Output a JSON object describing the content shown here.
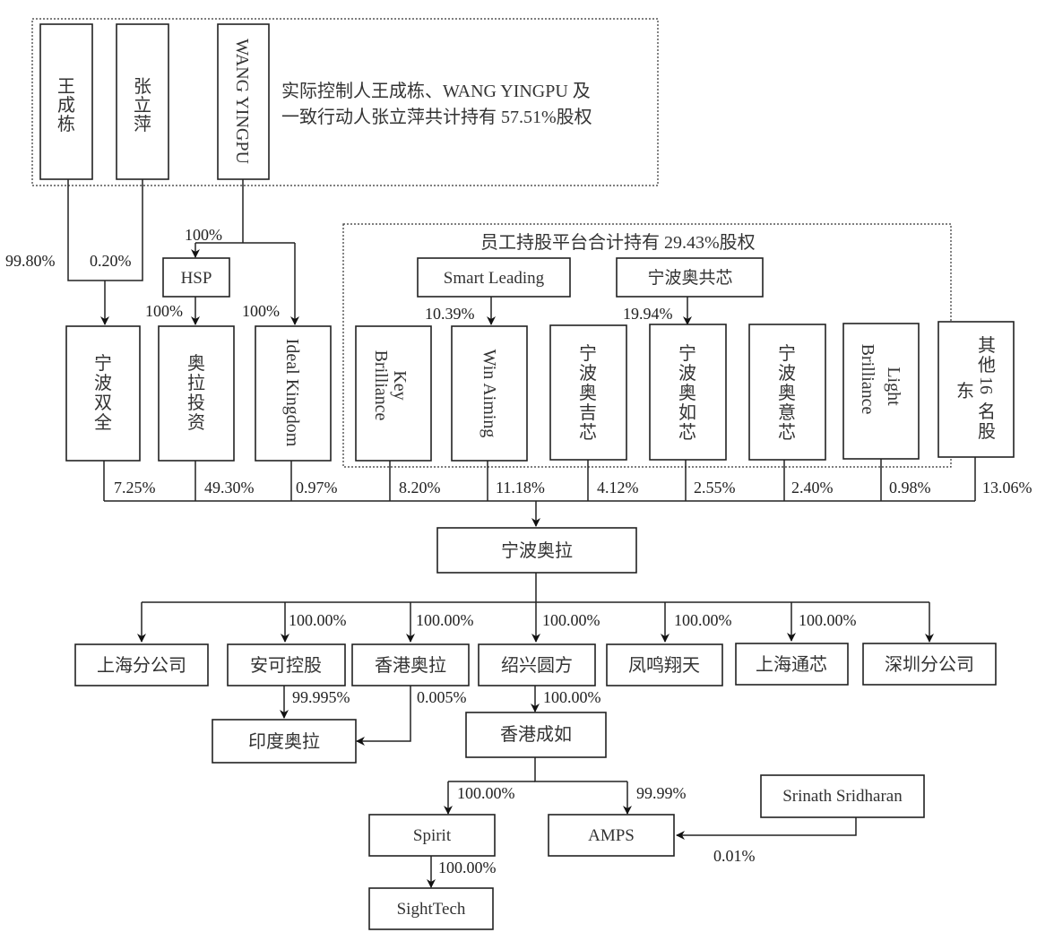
{
  "controllers_group": {
    "caption_line1": "实际控制人王成栋、WANG YINGPU 及",
    "caption_line2": "一致行动人张立萍共计持有 57.51%股权",
    "people": [
      {
        "name": "王成栋",
        "chars": [
          "王",
          "成",
          "栋"
        ]
      },
      {
        "name": "张立萍",
        "chars": [
          "张",
          "立",
          "萍"
        ]
      },
      {
        "name": "WANG YINGPU"
      }
    ]
  },
  "employee_group": {
    "caption": "员工持股平台合计持有 29.43%股权",
    "parents": [
      {
        "name": "Smart Leading",
        "pct_to_child": "10.39%"
      },
      {
        "name": "宁波奥共芯",
        "pct_to_child": "19.94%"
      }
    ]
  },
  "upper_links": {
    "wang_to_shuangquan": "99.80%",
    "zhang_to_shuangquan": "0.20%",
    "wangyingpu_to_hsp": "100%",
    "hsp_name": "HSP",
    "hsp_to_aola_invest": "100%",
    "wangyingpu_to_ideal": "100%"
  },
  "shareholders": [
    {
      "name": "宁波双全",
      "chars": [
        "宁",
        "波",
        "双",
        "全"
      ],
      "pct": "7.25%"
    },
    {
      "name": "奥拉投资",
      "chars": [
        "奥",
        "拉",
        "投",
        "资"
      ],
      "pct": "49.30%"
    },
    {
      "name": "Ideal Kingdom",
      "pct": "0.97%"
    },
    {
      "name_line1": "Key",
      "name_line2": "Brilliance",
      "pct": "8.20%"
    },
    {
      "name": "Win Aiming",
      "pct": "11.18%"
    },
    {
      "name": "宁波奥吉芯",
      "chars": [
        "宁",
        "波",
        "奥",
        "吉",
        "芯"
      ],
      "pct": "4.12%"
    },
    {
      "name": "宁波奥如芯",
      "chars": [
        "宁",
        "波",
        "奥",
        "如",
        "芯"
      ],
      "pct": "2.55%"
    },
    {
      "name": "宁波奥意芯",
      "chars": [
        "宁",
        "波",
        "奥",
        "意",
        "芯"
      ],
      "pct": "2.40%"
    },
    {
      "name_line1": "Light",
      "name_line2": "Brilliance",
      "pct": "0.98%"
    },
    {
      "name": "其他16名股东",
      "col1": [
        "其",
        "他",
        "16",
        "名",
        "股"
      ],
      "col2": [
        "东"
      ],
      "pct": "13.06%"
    }
  ],
  "company": {
    "name": "宁波奥拉"
  },
  "subsidiaries": [
    {
      "name": "上海分公司",
      "pct": ""
    },
    {
      "name": "安可控股",
      "pct": "100.00%"
    },
    {
      "name": "香港奥拉",
      "pct": "100.00%"
    },
    {
      "name": "绍兴圆方",
      "pct": "100.00%"
    },
    {
      "name": "凤鸣翔天",
      "pct": "100.00%"
    },
    {
      "name": "上海通芯",
      "pct": "100.00%"
    },
    {
      "name": "深圳分公司",
      "pct": ""
    }
  ],
  "lower": {
    "india": {
      "name": "印度奥拉",
      "from_anke": "99.995%",
      "from_hk_aola": "0.005%"
    },
    "hk_chengru": {
      "name": "香港成如",
      "from_shaoxing": "100.00%"
    },
    "spirit": {
      "name": "Spirit",
      "pct": "100.00%"
    },
    "amps": {
      "name": "AMPS",
      "pct": "99.99%"
    },
    "srinath": {
      "name": "Srinath Sridharan",
      "pct_to_amps": "0.01%"
    },
    "sighttech": {
      "name": "SightTech",
      "pct": "100.00%"
    }
  }
}
